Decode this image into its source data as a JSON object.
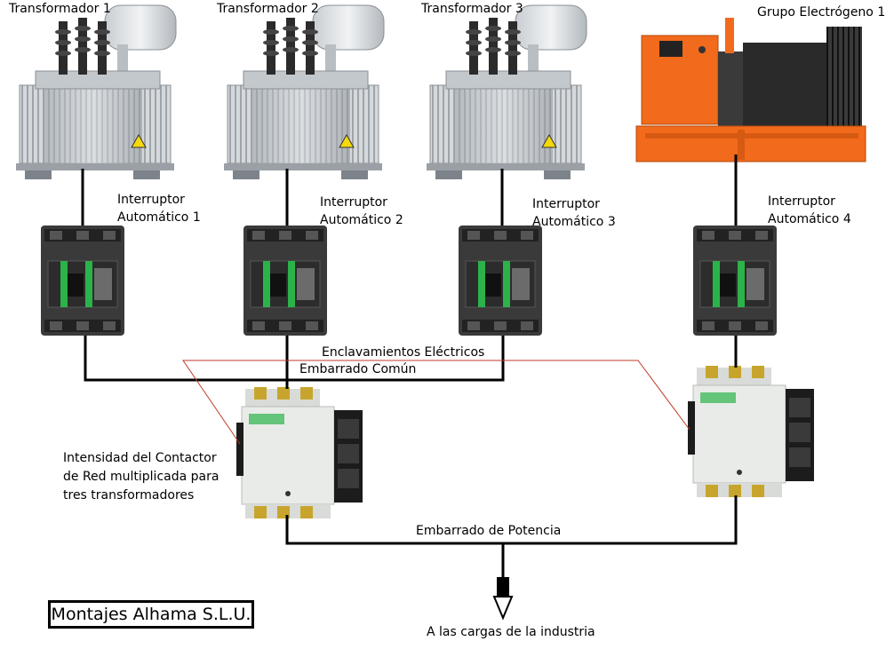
{
  "labels": {
    "transformer_1": "Transformador 1",
    "transformer_2": "Transformador 2",
    "transformer_3": "Transformador 3",
    "generator": "Grupo Electrógeno 1",
    "breaker_1": "Interruptor\nAutomático 1",
    "breaker_2": "Interruptor\nAutomático 2",
    "breaker_3": "Interruptor\nAutomático 3",
    "breaker_4": "Interruptor\nAutomático 4",
    "interlocks": "Enclavamientos Eléctricos",
    "common_busbar": "Embarrado Común",
    "contactor_note": "Intensidad del Contactor\nde Red multiplicada para\ntres transformadores",
    "power_busbar": "Embarrado de Potencia",
    "loads": "A las cargas de la industria",
    "company": "Montajes Alhama S.L.U."
  },
  "colors": {
    "wire": "#000000",
    "interlock": "#c0392b",
    "generator_orange": "#f26a1b",
    "breaker_green": "#2bb34a",
    "contactor_body": "#e9ebe8",
    "transformer_grey": "#c8ccd0"
  }
}
